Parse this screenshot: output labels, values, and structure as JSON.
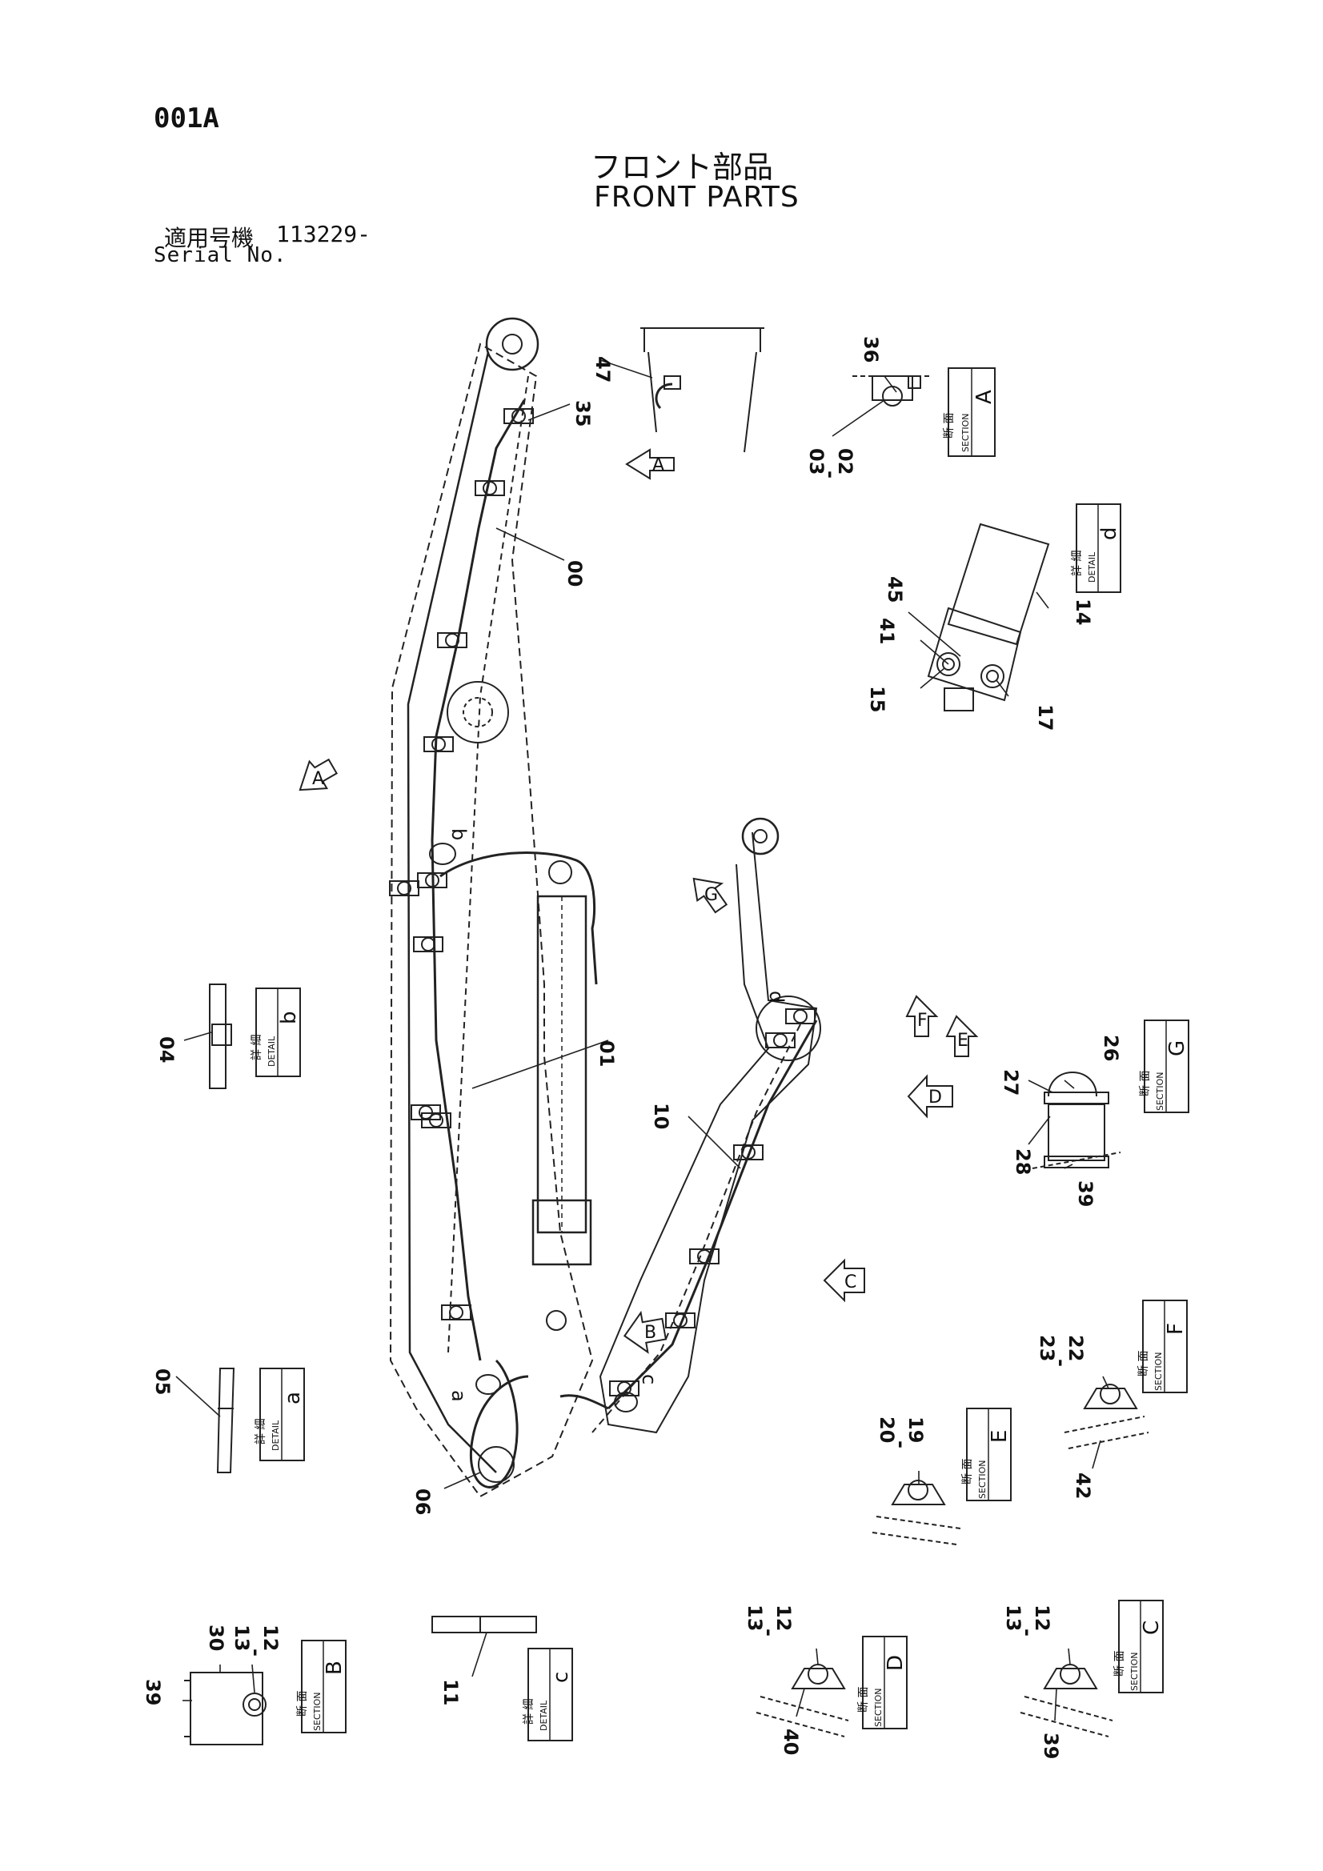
{
  "header": {
    "page_id": "001A",
    "title_jp": "フロント部品",
    "title_en": "FRONT PARTS",
    "serial_label_jp": "適用号機",
    "serial_value": "113229-",
    "serial_label_en": "Serial No."
  },
  "part_labels": {
    "p00": "00",
    "p01": "01",
    "p02": "02",
    "p03": "03",
    "p04": "04",
    "p05": "05",
    "p06": "06",
    "p10": "10",
    "p11": "11",
    "p12": "12",
    "p13": "13",
    "p14": "14",
    "p15": "15",
    "p17": "17",
    "p19": "19",
    "p20": "20",
    "p22": "22",
    "p23": "23",
    "p26": "26",
    "p27": "27",
    "p28": "28",
    "p30": "30",
    "p35": "35",
    "p36": "36",
    "p39": "39",
    "p40": "40",
    "p41": "41",
    "p42": "42",
    "p45": "45",
    "p47": "47",
    "dash": "-"
  },
  "view_marks": {
    "A": "A",
    "B": "B",
    "C": "C",
    "D": "D",
    "E": "E",
    "F": "F",
    "G": "G",
    "a": "a",
    "b": "b",
    "c": "c",
    "d": "d"
  },
  "boxes": {
    "section_jp": "断 面",
    "section_en": "SECTION",
    "detail_jp": "詳 細",
    "detail_en": "DETAIL"
  }
}
